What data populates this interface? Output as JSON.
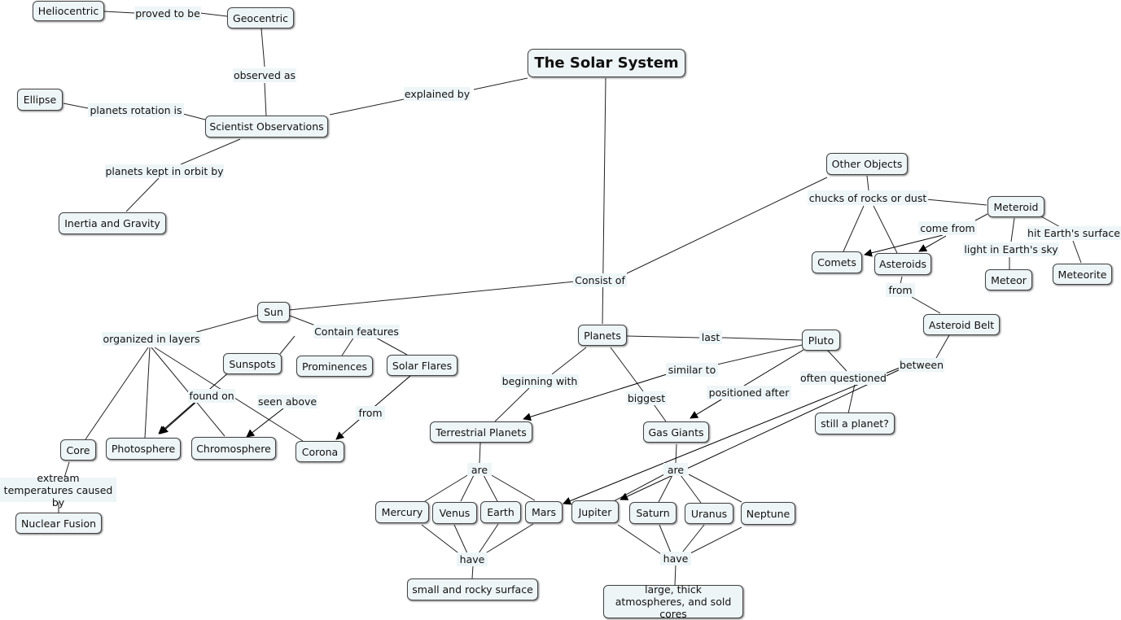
{
  "nodes": {
    "heliocentric": "Heliocentric",
    "geocentric": "Geocentric",
    "solar_system": "The Solar System",
    "ellipse": "Ellipse",
    "scientist_observations": "Scientist Observations",
    "inertia_gravity": "Inertia and Gravity",
    "other_objects": "Other Objects",
    "meteroid": "Meteroid",
    "comets": "Comets",
    "asteroids": "Asteroids",
    "meteor": "Meteor",
    "meteorite": "Meteorite",
    "asteroid_belt": "Asteroid Belt",
    "sun": "Sun",
    "planets": "Planets",
    "pluto": "Pluto",
    "sunspots": "Sunspots",
    "prominences": "Prominences",
    "solar_flares": "Solar Flares",
    "core": "Core",
    "photosphere": "Photosphere",
    "chromosphere": "Chromosphere",
    "corona": "Corona",
    "nuclear_fusion": "Nuclear Fusion",
    "terrestrial_planets": "Terrestrial Planets",
    "gas_giants": "Gas Giants",
    "still_a_planet": "still a planet?",
    "mercury": "Mercury",
    "venus": "Venus",
    "earth": "Earth",
    "mars": "Mars",
    "jupiter": "Jupiter",
    "saturn": "Saturn",
    "uranus": "Uranus",
    "neptune": "Neptune",
    "small_rocky": "small and rocky surface",
    "large_thick": "large, thick atmospheres, and sold cores"
  },
  "links": {
    "proved_to_be": "proved to be",
    "observed_as": "observed as",
    "explained_by": "explained by",
    "planets_rotation_is": "planets rotation is",
    "planets_kept_in_orbit_by": "planets kept in orbit by",
    "chucks_of_rocks": "chucks of rocks or dust",
    "come_from": "come from",
    "hit_earths_surface": "hit Earth's surface",
    "light_in_earths_sky": "light in Earth's sky",
    "from_asteroids": "from",
    "consist_of": "Consist of",
    "organized_in_layers": "organized in layers",
    "contain_features": "Contain features",
    "last": "last",
    "similar_to": "similar to",
    "beginning_with": "beginning with",
    "often_questioned": "often questioned",
    "between": "between",
    "found_on": "found on",
    "seen_above": "seen above",
    "biggest": "biggest",
    "positioned_after": "positioned after",
    "from_flares": "from",
    "extream_temperatures": "extream temperatures caused by",
    "are_terrestrial": "are",
    "are_gas": "are",
    "have_terrestrial": "have",
    "have_gas": "have"
  }
}
